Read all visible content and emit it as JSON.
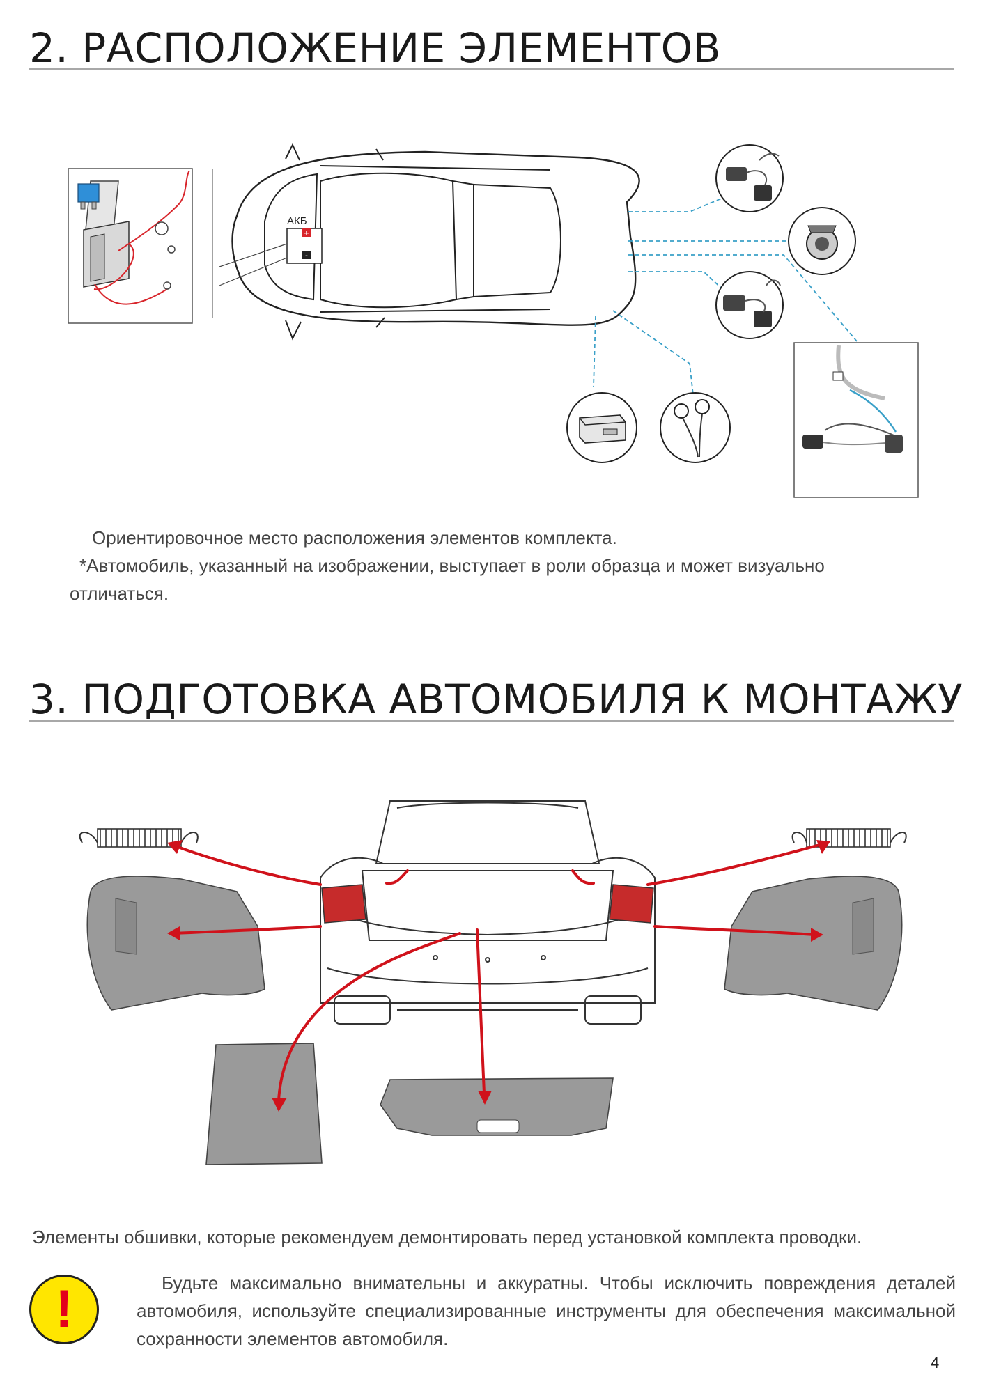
{
  "sections": {
    "placement": {
      "title": "2. РАСПОЛОЖЕНИЕ ЭЛЕМЕНТОВ",
      "diagram": {
        "battery_label": "АКБ",
        "plus_sign": "+",
        "minus_sign": "-"
      },
      "caption_line1": "Ориентировочное место расположения элементов комплекта.",
      "caption_line2": "*Автомобиль, указанный на изображении, выступает в роли образца и может визуально",
      "caption_line3": "отличаться."
    },
    "preparation": {
      "title": "3. ПОДГОТОВКА АВТОМОБИЛЯ К МОНТАЖУ",
      "caption": "Элементы обшивки, которые рекомендуем демонтировать перед установкой комплекта проводки."
    }
  },
  "warning": {
    "icon": "exclamation-icon",
    "symbol": "!",
    "text": "Будьте максимально внимательны и аккуратны. Чтобы исключить повреждения деталей автомобиля, используйте специализированные инструменты для обеспечения максимальной сохранности элементов автомобиля."
  },
  "page_number": "4",
  "colors": {
    "dash_lines": "#3aa0c8",
    "arrows": "#d0121b",
    "trim_gray": "#9a9a9a",
    "warning_yellow": "#ffe600",
    "fuse_blue": "#2f8fd8",
    "wire_red": "#d8252b"
  }
}
